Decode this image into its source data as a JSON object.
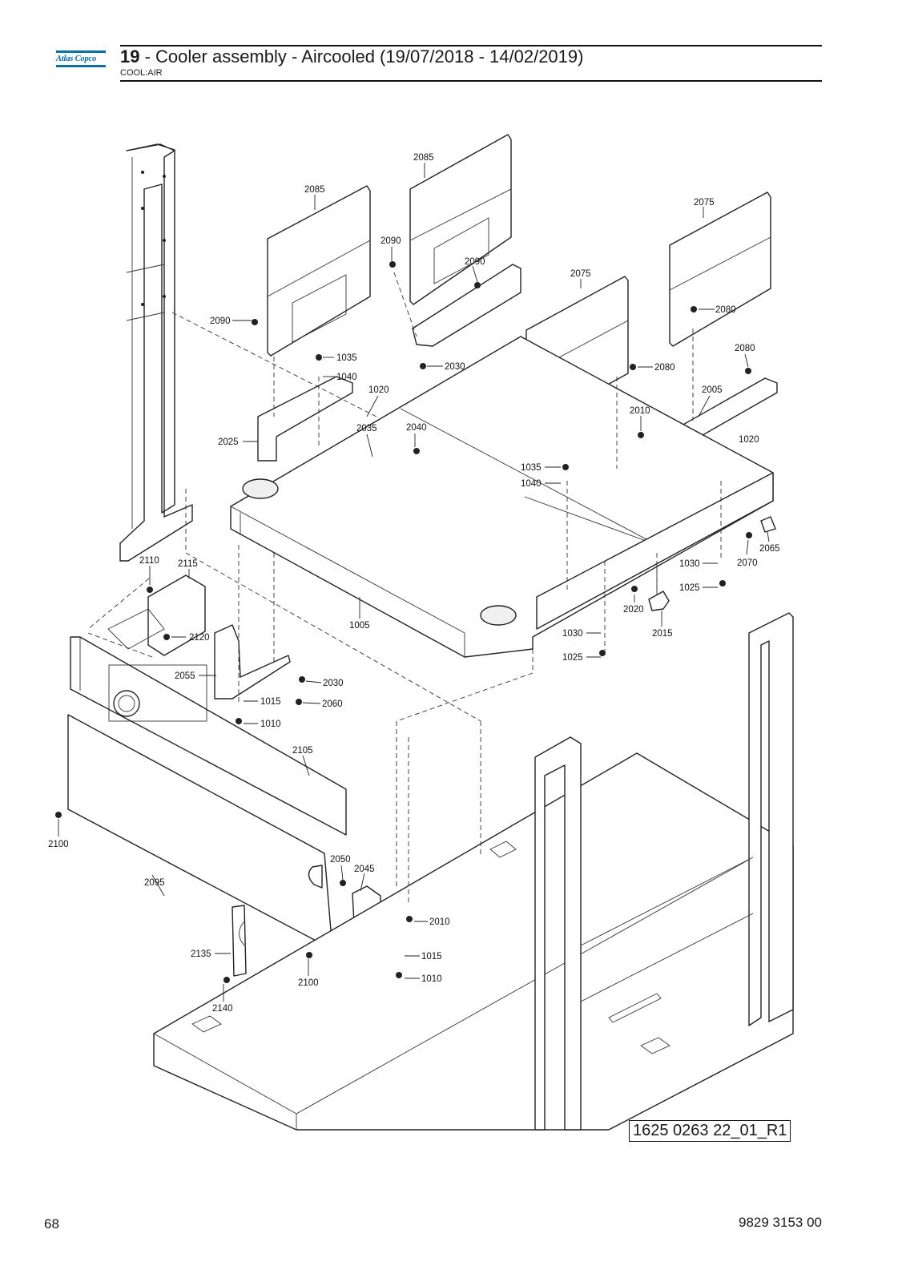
{
  "header": {
    "logo_text": "Atlas Copco",
    "section_number": "19",
    "title_text": " - Cooler assembly - Aircooled (19/07/2018 - 14/02/2019)",
    "subtitle": "COOL:AIR"
  },
  "drawing": {
    "drawing_id": "1625 0263 22_01_R1",
    "callouts": [
      "2085",
      "2085",
      "2075",
      "2075",
      "2090",
      "2090",
      "2090",
      "2080",
      "2080",
      "2080",
      "1035",
      "1040",
      "2030",
      "1020",
      "1020",
      "2005",
      "2010",
      "2025",
      "2035",
      "2040",
      "1035",
      "1040",
      "2110",
      "2115",
      "1030",
      "2065",
      "2070",
      "1025",
      "2120",
      "1005",
      "2020",
      "2015",
      "1030",
      "1025",
      "2055",
      "2030",
      "1015",
      "2060",
      "1010",
      "2105",
      "2100",
      "2095",
      "2050",
      "2045",
      "2010",
      "1015",
      "1010",
      "2135",
      "2100",
      "2140"
    ]
  },
  "footer": {
    "page_number": "68",
    "document_number": "9829 3153 00"
  },
  "colors": {
    "brand_blue": "#0a6fa7",
    "line": "#222222"
  }
}
